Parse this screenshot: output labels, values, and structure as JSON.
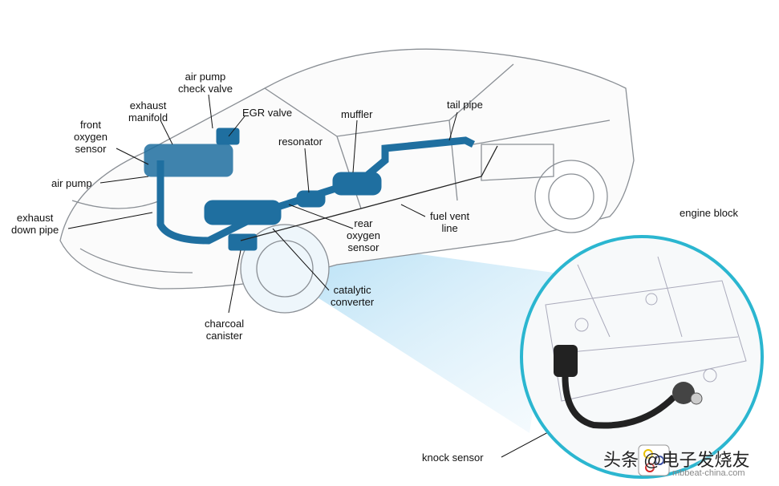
{
  "title": "Car emission system and knock sensor diagram",
  "labels": {
    "air_pump_check_valve": "air pump\ncheck valve",
    "exhaust_manifold": "exhaust\nmanifold",
    "egr_valve": "EGR valve",
    "muffler": "muffler",
    "tail_pipe": "tail pipe",
    "front_oxygen_sensor": "front\noxygen\nsensor",
    "resonator": "resonator",
    "air_pump": "air pump",
    "exhaust_down_pipe": "exhaust\ndown pipe",
    "rear_oxygen_sensor": "rear\noxygen\nsensor",
    "fuel_vent_line": "fuel vent\nline",
    "engine_block": "engine block",
    "catalytic_converter": "catalytic\nconverter",
    "charcoal_canister": "charcoal\ncanister",
    "knock_sensor": "knock sensor"
  },
  "watermark": {
    "text": "头条 @电子发烧友",
    "url_text": "mbbeat-china.com"
  },
  "colors": {
    "exhaust": "#1f6fa0",
    "highlight": "#2bb6d0",
    "beam": "#9fd6f2"
  }
}
